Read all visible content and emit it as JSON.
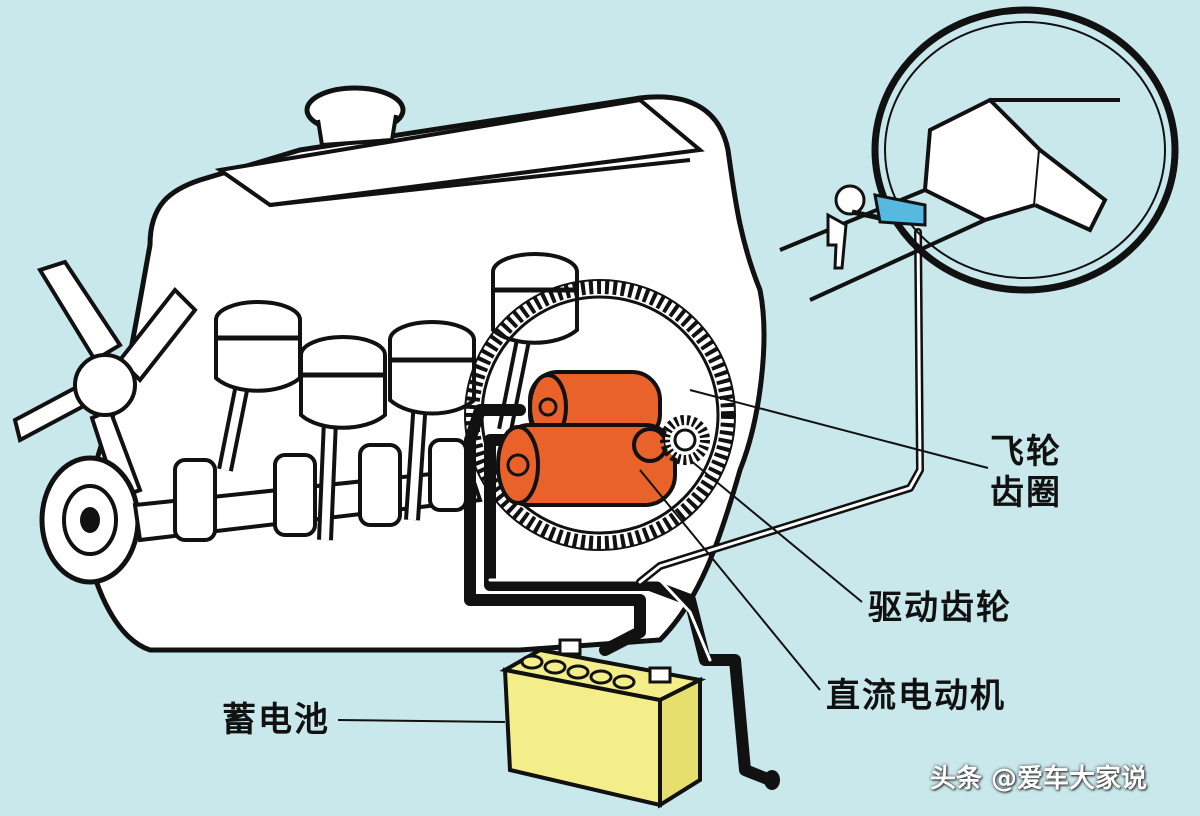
{
  "labels": {
    "flywheel_line1": "飞轮",
    "flywheel_line2": "齿圈",
    "drive_gear": "驱动齿轮",
    "dc_motor": "直流电动机",
    "battery": "蓄电池"
  },
  "watermark": "头条 @爱车大家说",
  "colors": {
    "background": "#c9e8ec",
    "engine_fill": "#ffffff",
    "outline": "#111111",
    "motor": "#e8622a",
    "battery": "#f3ee8a",
    "ignition": "#57b8e0"
  },
  "icons": {
    "engine": "engine-block-icon",
    "fan": "fan-icon",
    "steering_wheel": "steering-wheel-icon",
    "key": "ignition-key-icon"
  }
}
